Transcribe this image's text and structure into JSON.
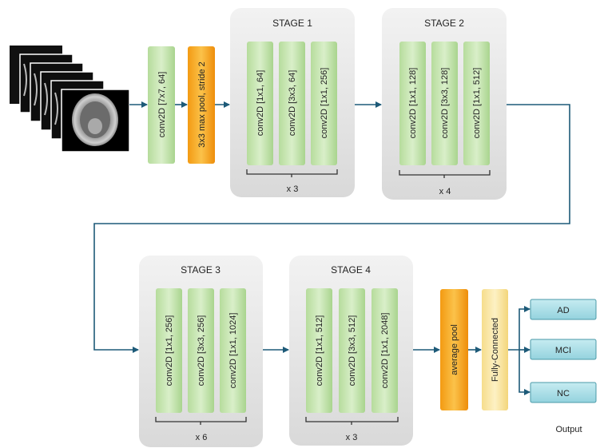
{
  "stem": {
    "conv": "conv2D [7x7, 64]",
    "pool": "3x3 max pool, stride 2"
  },
  "stages": [
    {
      "title": "STAGE 1",
      "repeat": "x 3",
      "blocks": [
        "conv2D [1x1, 64]",
        "conv2D [3x3, 64]",
        "conv2D [1x1, 256]"
      ]
    },
    {
      "title": "STAGE 2",
      "repeat": "x 4",
      "blocks": [
        "conv2D [1x1, 128]",
        "conv2D [3x3, 128]",
        "conv2D [1x1, 512]"
      ]
    },
    {
      "title": "STAGE 3",
      "repeat": "x 6",
      "blocks": [
        "conv2D [1x1, 256]",
        "conv2D [3x3, 256]",
        "conv2D [1x1, 1024]"
      ]
    },
    {
      "title": "STAGE 4",
      "repeat": "x 3",
      "blocks": [
        "conv2D [1x1, 512]",
        "conv2D [3x3, 512]",
        "conv2D [1x1, 2048]"
      ]
    }
  ],
  "head": {
    "avgpool": "average pool",
    "fc": "Fully-Connected"
  },
  "outputs": [
    "AD",
    "MCI",
    "NC"
  ],
  "output_label": "Output",
  "colors": {
    "green_block": "#c9e6b3",
    "orange_block": "#f5a623",
    "yellow_block": "#fbe8a6",
    "teal_box": "#a8dde6",
    "arrow": "#1d5a78",
    "stage_panel": "#e4e4e4"
  }
}
